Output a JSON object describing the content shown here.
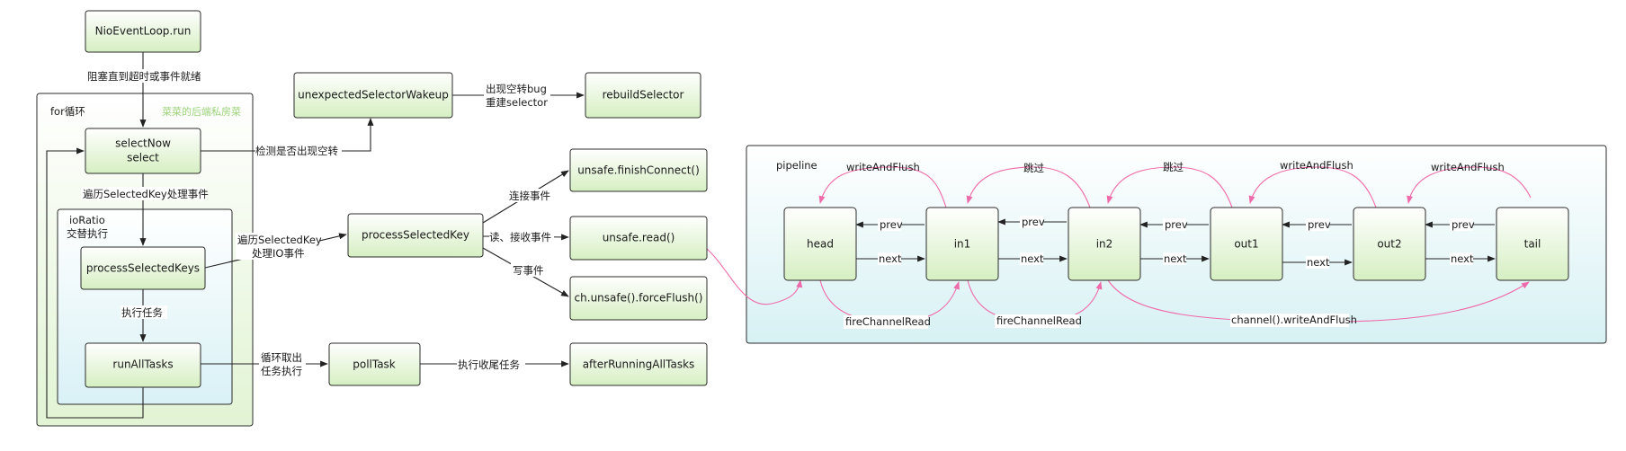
{
  "nodes": {
    "nio_event_loop_run": "NioEventLoop.run",
    "select_now": "selectNow",
    "select": "select",
    "process_selected_keys": "processSelectedKeys",
    "run_all_tasks": "runAllTasks",
    "unexpected_selector_wakeup": "unexpectedSelectorWakeup",
    "rebuild_selector": "rebuildSelector",
    "process_selected_key": "processSelectedKey",
    "unsafe_finish_connect": "unsafe.finishConnect()",
    "unsafe_read": "unsafe.read()",
    "ch_force_flush": "ch.unsafe().forceFlush()",
    "poll_task": "pollTask",
    "after_running_all_tasks": "afterRunningAllTasks",
    "head": "head",
    "in1": "in1",
    "in2": "in2",
    "out1": "out1",
    "out2": "out2",
    "tail": "tail"
  },
  "containers": {
    "for_loop": "for循环",
    "io_ratio_line1": "ioRatio",
    "io_ratio_line2": "交替执行",
    "pipeline": "pipeline",
    "watermark": "菜菜的后端私房菜"
  },
  "edge_labels": {
    "block_until": "阻塞直到超时或事件就绪",
    "check_empty_spin": "检测是否出现空转",
    "empty_spin_bug_line1": "出现空转bug",
    "empty_spin_bug_line2": "重建selector",
    "traverse_keys": "遍历SelectedKey处理事件",
    "traverse_io_line1": "遍历SelectedKey",
    "traverse_io_line2": "处理IO事件",
    "connect_event": "连接事件",
    "read_accept_event": "读、接收事件",
    "write_event": "写事件",
    "exec_task": "执行任务",
    "loop_fetch_line1": "循环取出",
    "loop_fetch_line2": "任务执行",
    "exec_tail_task": "执行收尾任务",
    "prev": "prev",
    "next": "next",
    "write_and_flush": "writeAndFlush",
    "skip": "跳过",
    "fire_channel_read": "fireChannelRead",
    "channel_write_and_flush": "channel().writeAndFlush"
  },
  "colors": {
    "node_fill_top": "#ffffff",
    "node_fill_bottom": "#d8f0c6",
    "pipeline_fill_top": "#ffffff",
    "pipeline_fill_bottom": "#d9f2f4",
    "pink_arrow": "#ef6aa8",
    "line": "#222222"
  }
}
